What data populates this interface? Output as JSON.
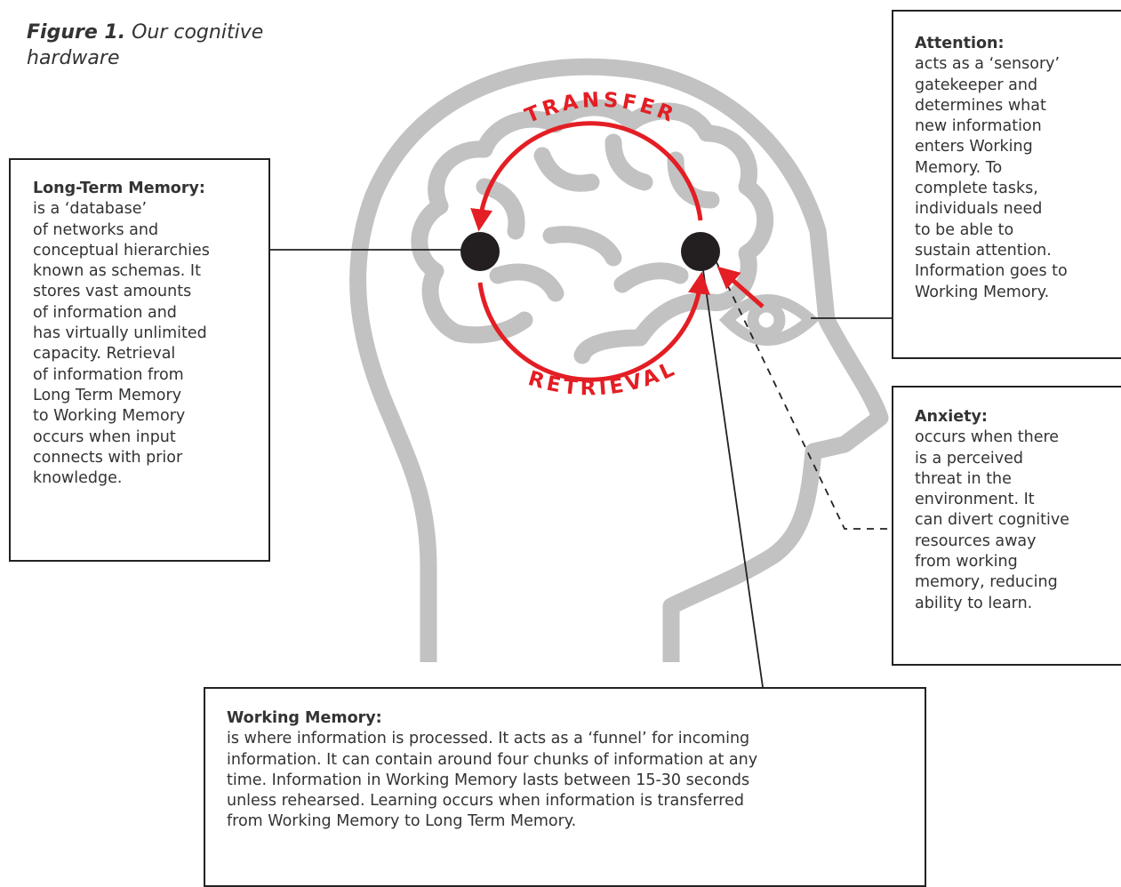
{
  "caption": {
    "figure": "Figure 1.",
    "title": "Our cognitive hardware"
  },
  "cycle": {
    "top_label": "TRANSFER",
    "bottom_label": "RETRIEVAL"
  },
  "colors": {
    "arrow": "#e31e24",
    "head": "#c2c2c2",
    "node": "#231f20",
    "text": "#333333"
  },
  "boxes": {
    "ltm": {
      "title": "Long-Term Memory:",
      "body": "is a ‘database’\nof networks and\nconceptual hierarchies\nknown as schemas. It\nstores vast amounts\nof information and\nhas virtually unlimited\ncapacity. Retrieval\nof information from\nLong Term Memory\nto Working Memory\noccurs when input\nconnects with prior\nknowledge."
    },
    "attention": {
      "title": "Attention:",
      "body": "acts as a ‘sensory’\ngatekeeper and\ndetermines what\nnew information\nenters Working\nMemory.  To\ncomplete tasks,\nindividuals need\nto be able to\nsustain attention.\nInformation goes to\nWorking Memory."
    },
    "anxiety": {
      "title": "Anxiety:",
      "body": "occurs when there\nis a perceived\nthreat in the\nenvironment. It\ncan divert cognitive\nresources away\nfrom working\nmemory, reducing\nability to learn."
    },
    "working_memory": {
      "title": "Working Memory:",
      "body": "is where information is processed. It acts as a ‘funnel’ for incoming\ninformation. It can contain around four chunks of information at any\ntime. Information in Working Memory lasts between 15-30 seconds\nunless rehearsed. Learning occurs when information is transferred\nfrom Working Memory to Long Term Memory."
    }
  }
}
